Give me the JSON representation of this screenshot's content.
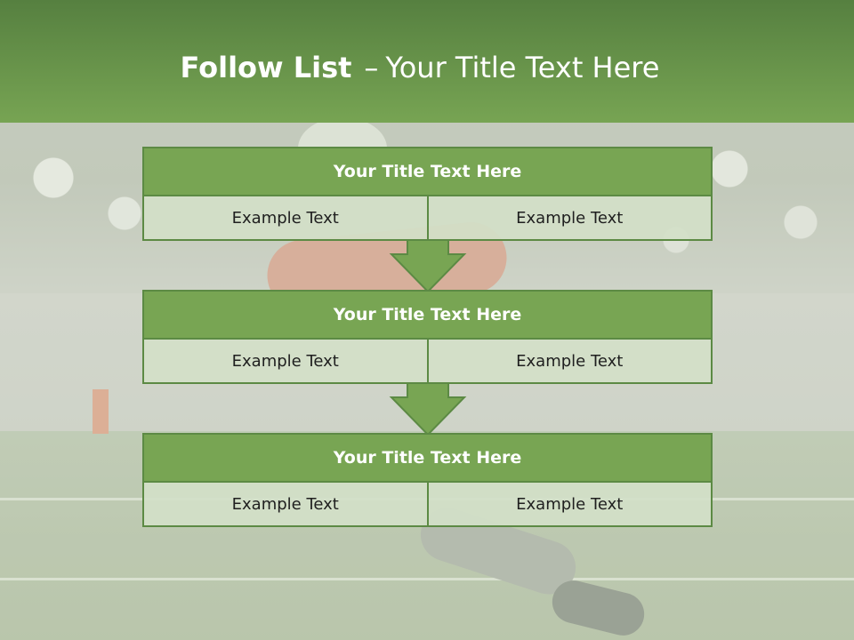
{
  "slide": {
    "title_bold": "Follow List",
    "title_separator": "–",
    "title_rest": "Your Title Text Here"
  },
  "blocks": [
    {
      "title": "Your Title Text Here",
      "left": "Example Text",
      "right": "Example Text"
    },
    {
      "title": "Your Title Text Here",
      "left": "Example Text",
      "right": "Example Text"
    },
    {
      "title": "Your Title Text Here",
      "left": "Example Text",
      "right": "Example Text"
    }
  ],
  "colors": {
    "header_dark": "#568040",
    "header_light": "#77a453",
    "accent_green": "#78a553",
    "border_green": "#5c8a44",
    "cell_fill": "#d2e0c8"
  },
  "icons": [
    "down-arrow-icon"
  ]
}
